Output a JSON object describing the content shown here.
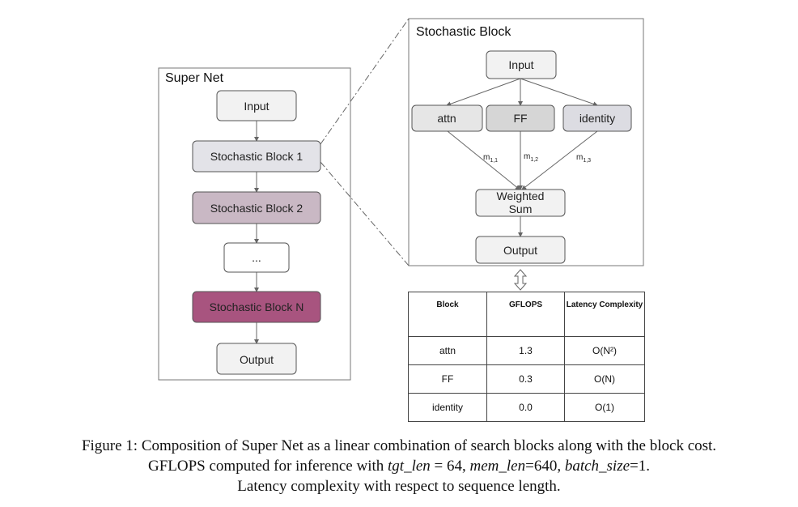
{
  "super_net": {
    "title": "Super Net",
    "nodes": [
      {
        "id": "sn-input",
        "label": "Input",
        "fill": "#f2f2f2"
      },
      {
        "id": "sn-block1",
        "label": "Stochastic Block 1",
        "fill": "#e3e3e8"
      },
      {
        "id": "sn-block2",
        "label": "Stochastic Block 2",
        "fill": "#c9b8c4"
      },
      {
        "id": "sn-ellipsis",
        "label": "...",
        "fill": "#ffffff"
      },
      {
        "id": "sn-blockN",
        "label": "Stochastic Block N",
        "fill": "#a8547f"
      },
      {
        "id": "sn-output",
        "label": "Output",
        "fill": "#f2f2f2"
      }
    ]
  },
  "stochastic_block": {
    "title": "Stochastic Block",
    "nodes": [
      {
        "id": "sb-input",
        "label": "Input",
        "fill": "#f2f2f2"
      },
      {
        "id": "sb-attn",
        "label": "attn",
        "fill": "#e6e6e6"
      },
      {
        "id": "sb-ff",
        "label": "FF",
        "fill": "#d6d6d6"
      },
      {
        "id": "sb-identity",
        "label": "identity",
        "fill": "#dcdce2"
      },
      {
        "id": "sb-wsum",
        "label": "Weighted Sum",
        "fill": "#f2f2f2"
      },
      {
        "id": "sb-output",
        "label": "Output",
        "fill": "#f2f2f2"
      }
    ],
    "weights": [
      {
        "base": "m",
        "sub": "1,1"
      },
      {
        "base": "m",
        "sub": "1,2"
      },
      {
        "base": "m",
        "sub": "1,3"
      }
    ]
  },
  "cost_table": {
    "headers": [
      "Block",
      "GFLOPS",
      "Latency Complexity"
    ],
    "rows": [
      [
        "attn",
        "1.3",
        "O(N²)"
      ],
      [
        "FF",
        "0.3",
        "O(N)"
      ],
      [
        "identity",
        "0.0",
        "O(1)"
      ]
    ]
  },
  "caption": {
    "line1": "Figure 1: Composition of Super Net as a linear combination of search blocks along with the block cost.",
    "line2_prefix": "GFLOPS computed for inference with ",
    "var1": "tgt_len",
    "val1": " = 64, ",
    "var2": "mem_len",
    "val2": "=640, ",
    "var3": "batch_size",
    "val3": "=1.",
    "line3": "Latency complexity with respect to sequence length."
  },
  "colors": {
    "border": "#555555",
    "arrow": "#666666",
    "frame": "#777777"
  }
}
